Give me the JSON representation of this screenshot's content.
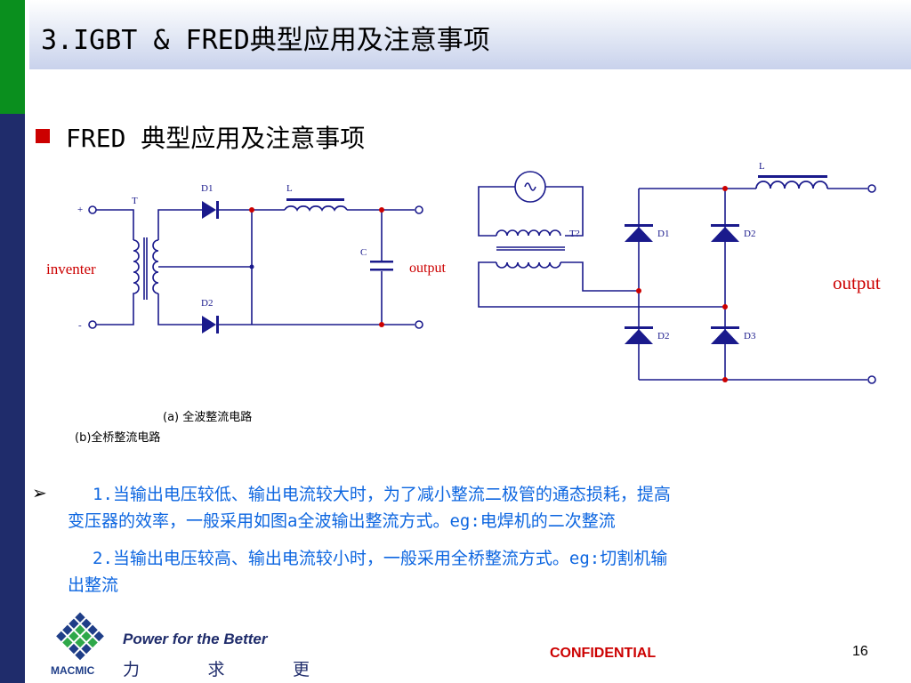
{
  "header": {
    "title": "3.IGBT & FRED典型应用及注意事项"
  },
  "section": {
    "subtitle": "FRED 典型应用及注意事项"
  },
  "circuit_a": {
    "labels": {
      "plus": "+",
      "minus": "-",
      "T": "T",
      "D1": "D1",
      "D2": "D2",
      "L": "L",
      "C": "C",
      "inventer": "inventer",
      "output": "output"
    }
  },
  "circuit_b": {
    "labels": {
      "T": "T?",
      "D1": "D1",
      "D2_top": "D2",
      "D2_bottom": "D2",
      "D3": "D3",
      "L": "L",
      "output": "output"
    }
  },
  "captions": {
    "a": "(a) 全波整流电路",
    "b": "(b)全桥整流电路"
  },
  "bullets": {
    "arrow": "➢",
    "p1_line1": "1.当输出电压较低、输出电流较大时，为了减小整流二极管的通态损耗，提高",
    "p1_line2": "变压器的效率，一般采用如图a全波输出整流方式。eg:电焊机的二次整流",
    "p2_line1": "2.当输出电压较高、输出电流较小时，一般采用全桥整流方式。eg:切割机输",
    "p2_line2": "出整流"
  },
  "footer": {
    "logo_text": "MACMIC",
    "slogan_en": "Power for the Better",
    "slogan_cn": [
      "力",
      "求",
      "更"
    ],
    "confidential": "CONFIDENTIAL",
    "page_number": "16"
  },
  "colors": {
    "wire": "#1a1a8c",
    "accent_red": "#cc0000",
    "text_blue": "#0d66e0",
    "navy": "#1f2c6b",
    "green": "#0a8f1e"
  }
}
